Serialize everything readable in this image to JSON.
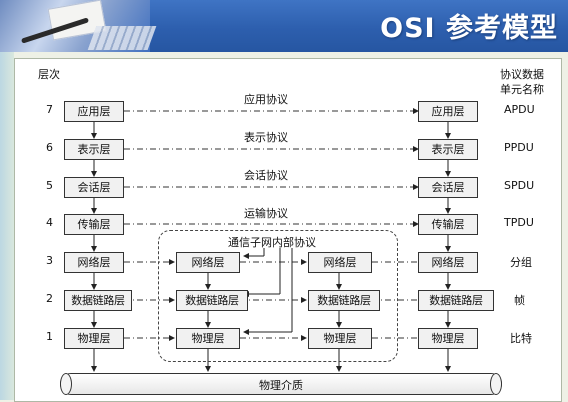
{
  "header": {
    "title": "OSI 参考模型"
  },
  "diagram": {
    "layers_title": "层次",
    "pdu_title_line1": "协议数据",
    "pdu_title_line2": "单元名称",
    "layer_numbers": [
      "7",
      "6",
      "5",
      "4",
      "3",
      "2",
      "1"
    ],
    "host_layers": [
      "应用层",
      "表示层",
      "会话层",
      "传输层",
      "网络层",
      "数据链路层",
      "物理层"
    ],
    "protocols": [
      "应用协议",
      "表示协议",
      "会话协议",
      "运输协议"
    ],
    "pdu_names": [
      "APDU",
      "PPDU",
      "SPDU",
      "TPDU",
      "分组",
      "帧",
      "比特"
    ],
    "subnet_title": "通信子网内部协议",
    "router_layers": [
      "网络层",
      "数据链路层",
      "物理层"
    ],
    "medium": "物理介质"
  },
  "colors": {
    "header_bg": "#2d5fae",
    "background": "#eef1e6",
    "box_fill": "#f1f1f1"
  }
}
